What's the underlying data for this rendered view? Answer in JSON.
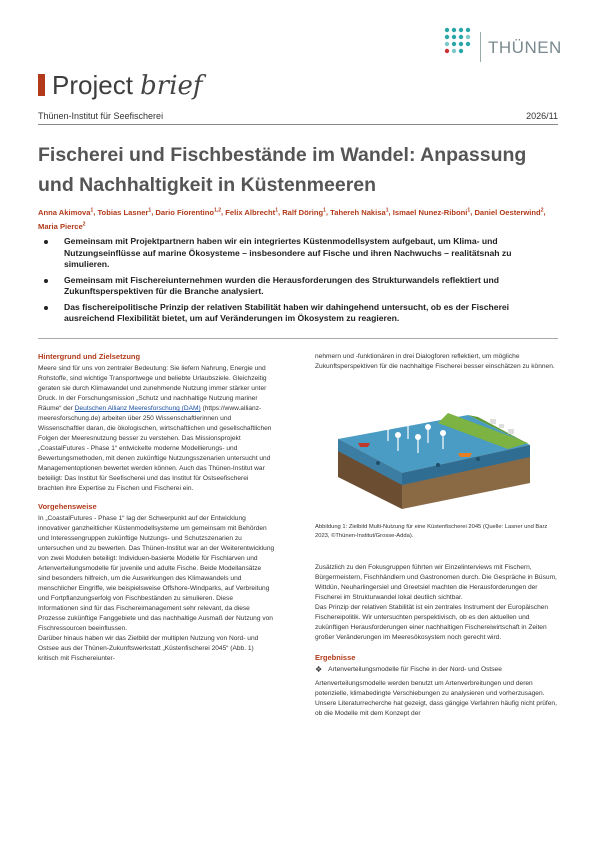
{
  "header": {
    "logo_text": "THÜNEN",
    "doc_type_main": "Project ",
    "doc_type_italic": "brief",
    "institute": "Thünen-Institut für Seefischerei",
    "issue": "2026/11"
  },
  "title": "Fischerei und Fischbestände im Wandel: Anpassung und Nachhaltigkeit in Küstenmeeren",
  "authors": [
    {
      "name": "Anna Akimova",
      "sup": "1"
    },
    {
      "name": "Tobias Lasner",
      "sup": "1"
    },
    {
      "name": "Dario Fiorentino",
      "sup": "1,2"
    },
    {
      "name": "Felix Albrecht",
      "sup": "1"
    },
    {
      "name": "Ralf Döring",
      "sup": "1"
    },
    {
      "name": "Tahereh Nakisa",
      "sup": "1"
    },
    {
      "name": "Ismael Nunez-Riboni",
      "sup": "1"
    },
    {
      "name": "Daniel Oesterwind",
      "sup": "2"
    },
    {
      "name": "Maria Pierce",
      "sup": "2"
    }
  ],
  "bullets": [
    "Gemeinsam mit Projektpartnern haben wir ein integriertes Küstenmodellsystem aufgebaut, um Klima- und Nutzungseinflüsse auf marine Ökosysteme – insbesondere auf Fische und ihren Nachwuchs – realitätsnah zu simulieren.",
    "Gemeinsam mit Fischereiunternehmen wurden die Herausforderungen des Strukturwandels reflektiert und Zukunftsperspektiven für die Branche analysiert.",
    "Das fischereipolitische Prinzip der relativen Stabilität haben wir dahingehend untersucht, ob es der Fischerei ausreichend Flexibilität bietet, um auf Veränderungen im Ökosystem zu reagieren."
  ],
  "col1": {
    "heading1": "Hintergrund und Zielsetzung",
    "para1_before_link": "Meere sind für uns von zentraler Bedeutung: Sie liefern Nahrung, Energie und Rohstoffe, sind wichtige Transportwege und beliebte Urlaubsziele. Gleichzeitig geraten sie durch Klimawandel und zunehmende Nutzung immer stärker unter Druck. In der Forschungsmission „Schutz und nachhaltige Nutzung mariner Räume“ der ",
    "link_text": "Deutschen Allianz Meeresforschung (DAM)",
    "para1_after_link": " (https://www.allianz-meeresforschung.de) arbeiten über 250 Wissenschaftlerinnen und Wissenschaftler daran, die ökologischen, wirtschaftlichen und gesellschaftlichen Folgen der Meeresnutzung besser zu verstehen. Das Missionsprojekt „CoastalFutures - Phase 1“ entwickelte moderne Modellierungs- und Bewertungsmethoden, mit denen zukünftige Nutzungsszenarien untersucht und Managementoptionen bewertet werden können. Auch das Thünen-Institut war beteiligt: Das Institut für Seefischerei und das Institut für Ostseefischerei brachten ihre Expertise zu Fischen und Fischerei ein.",
    "heading2": "Vorgehensweise",
    "para2": "In „CoastalFutures - Phase 1“ lag der Schwerpunkt auf der Entwicklung innovativer ganzheitlicher Küstenmodellsysteme um gemeinsam mit Behörden und Interessengruppen zukünftige Nutzungs- und Schutzszenarien zu untersuchen und zu bewerten. Das Thünen-Institut war an der Weiterentwicklung von zwei Modulen beteiligt: Individuen-basierte Modelle für Fischlarven und Artenverteilungsmodelle für juvenile und adulte Fische. Beide Modellansätze sind besonders hilfreich, um die Auswirkungen des Klimawandels und menschlicher Eingriffe, wie beispielsweise Offshore-Windparks, auf Verbreitung und Fortpflanzungserfolg von Fischbeständen zu simulieren. Diese Informationen sind für das Fischereimanagement sehr relevant, da diese Prozesse zukünftige Fanggebiete und das nachhaltige Ausmaß der Nutzung von Fischressourcen beeinflussen.",
    "para3": "Darüber hinaus haben wir das Zielbild der multiplen Nutzung von Nord- und Ostsee aus der Thünen-Zukunftswerkstatt „Küstenfischerei 2045“ (Abb. 1) kritisch mit Fischereiunter-"
  },
  "col2": {
    "para_top": "nehmern und -funktionären in drei Dialogforen reflektiert, um mögliche Zukunftsperspektiven für die nachhaltige Fischerei besser einschätzen zu können.",
    "caption": "Abbildung 1: Zielbild Multi-Nutzung für eine Küstenfischerei 2045 (Quelle: Lasner und Barz 2023, ©Thünen-Institut/Grosse-Adda).",
    "para_mid1": "Zusätzlich zu den Fokusgruppen führten wir Einzelinterviews mit Fischern, Bürgermeistern, Fischhändlern und Gastronomen durch. Die Gespräche in Büsum, Wittdün, Neuharlingersiel und Greetsiel machten die Herausforderungen der Fischerei im Strukturwandel lokal deutlich sichtbar.",
    "para_mid2": "Das Prinzip der relativen Stabilität ist ein zentrales Instrument der Europäischen Fischereipolitik. Wir untersuchten perspektivisch, ob es den aktuellen und zukünftigen Herausforderungen einer nachhaltigen Fischereiwirtschaft in Zeiten großer Veränderungen im Meeresökosystem noch gerecht wird.",
    "heading3": "Ergebnisse",
    "result_item": "Artenverteilungsmodelle für Fische in der Nord- und Ostsee",
    "para_end": "Artenverteilungsmodelle werden benutzt um Artenverbreitungen und deren potenzielle, klimabedingte Verschiebungen zu analysieren und vorherzusagen. Unsere Literaturrecherche hat gezeigt, dass gängige Verfahren häufig nicht prüfen, ob die Modelle mit dem Konzept der"
  },
  "colors": {
    "accent": "#b23a1a",
    "logo_teal": "#2aa6a6",
    "title_grey": "#555555",
    "link": "#1a4fa0"
  },
  "icons": {
    "logo": "thuenen-dot-grid-icon",
    "bullet": "bullet-dot-icon",
    "list_marker": "diamond-cross-icon"
  }
}
